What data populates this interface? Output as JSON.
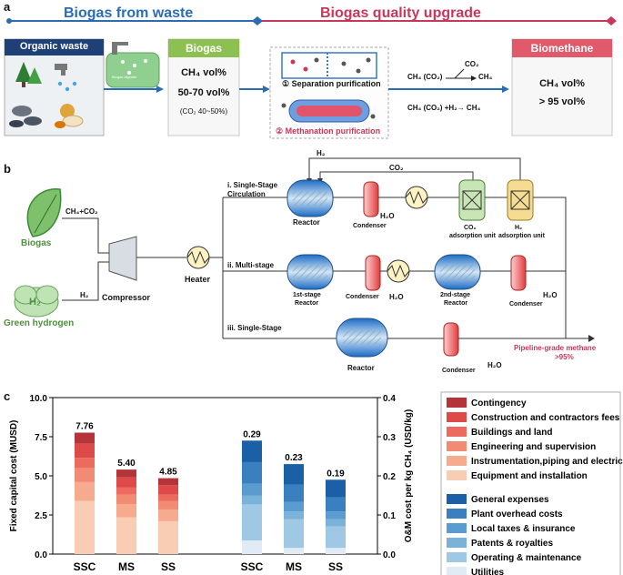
{
  "panel_a": {
    "letter": "a",
    "banner_left": "Biogas from waste",
    "banner_right": "Biogas quality upgrade",
    "organic_waste_label": "Organic waste",
    "biogas_digester_label": "Biogas digester",
    "biogas_box": {
      "title": "Biogas",
      "line1": "CH₄ vol%",
      "line2": "50-70 vol%",
      "line3": "(CO₂ 40~50%)"
    },
    "separation_label": "① Separation purification",
    "methanation_label": "② Methanation purification",
    "reaction1_left": "CH₄ (CO₂)",
    "reaction1_top": "CO₂",
    "reaction1_right": "CH₄",
    "reaction2": "CH₄ (CO₂) +H₂→ CH₄",
    "biomethane_box": {
      "title": "Biomethane",
      "line1": "CH₄ vol%",
      "line2": "> 95 vol%"
    }
  },
  "panel_b": {
    "letter": "b",
    "h2_top": "H₂",
    "co2_top": "CO₂",
    "inlet_biogas": "CH₄+CO₂",
    "inlet_h2": "H₂",
    "biogas_label": "Biogas",
    "h2_bubble": "H₂",
    "green_h2_label": "Green hydrogen",
    "compressor_label": "Compressor",
    "heater_label": "Heater",
    "route1_label_1": "i. Single-Stage",
    "route1_label_2": "Circulation",
    "route2_label": "ii. Multi-stage",
    "route3_label": "iii. Single-Stage",
    "reactor_label": "Reactor",
    "condenser_label": "Condenser",
    "h2o_label": "H₂O",
    "co2_unit_label_1": "CO₂",
    "co2_unit_label_2": "adsorption unit",
    "h2_unit_label_1": "H₂",
    "h2_unit_label_2": "adsorption unit",
    "stage1_label_1": "1st-stage",
    "stage1_label_2": "Reactor",
    "stage2_label_1": "2nd-stage",
    "stage2_label_2": "Reactor",
    "product_label_1": "Pipeline-grade methane",
    "product_label_2": ">95%"
  },
  "chart_data": {
    "type": "bar",
    "letter": "c",
    "categories": [
      "SSC",
      "MS",
      "SS"
    ],
    "ylabel_left": "Fixed capital cost (MUSD)",
    "ylabel_right": "O&M cost per kg CH₄ (USD/kg)",
    "ylim_left": [
      0,
      10
    ],
    "ylim_right": [
      0,
      0.4
    ],
    "yticks_left": [
      "0.0",
      "2.5",
      "5.0",
      "7.5",
      "10.0"
    ],
    "yticks_right": [
      "0.0",
      "0.1",
      "0.2",
      "0.3",
      "0.4"
    ],
    "capital": {
      "totals": [
        7.76,
        5.4,
        4.85
      ],
      "total_labels": [
        "7.76",
        "5.40",
        "4.85"
      ],
      "series": [
        {
          "name": "Equipment and installation",
          "color": "#f9cdb4",
          "values": [
            3.4,
            2.35,
            2.1
          ]
        },
        {
          "name": "Instrumentation,piping and electrical",
          "color": "#f6ab8f",
          "values": [
            1.2,
            0.85,
            0.75
          ]
        },
        {
          "name": "Engineering and supervision",
          "color": "#f28b74",
          "values": [
            0.9,
            0.6,
            0.55
          ]
        },
        {
          "name": "Buildings and land",
          "color": "#ec6a5e",
          "values": [
            0.65,
            0.45,
            0.4
          ]
        },
        {
          "name": "Construction and contractors fees",
          "color": "#de4a48",
          "values": [
            0.9,
            0.65,
            0.6
          ]
        },
        {
          "name": "Contingency",
          "color": "#b5343a",
          "values": [
            0.71,
            0.5,
            0.45
          ]
        }
      ]
    },
    "om": {
      "totals": [
        0.29,
        0.23,
        0.19
      ],
      "total_labels": [
        "0.29",
        "0.23",
        "0.19"
      ],
      "series": [
        {
          "name": "Utilities",
          "color": "#e0ebf6",
          "values": [
            0.035,
            0.016,
            0.016
          ]
        },
        {
          "name": "Operating & maintenance",
          "color": "#9ec8e4",
          "values": [
            0.092,
            0.073,
            0.055
          ]
        },
        {
          "name": "Patents & royalties",
          "color": "#7ab2da",
          "values": [
            0.023,
            0.02,
            0.018
          ]
        },
        {
          "name": "Local taxes & insurance",
          "color": "#5a9ccf",
          "values": [
            0.03,
            0.024,
            0.02
          ]
        },
        {
          "name": "Plant overhead costs",
          "color": "#3a80c0",
          "values": [
            0.055,
            0.045,
            0.036
          ]
        },
        {
          "name": "General expenses",
          "color": "#1b5fa6",
          "values": [
            0.055,
            0.052,
            0.045
          ]
        }
      ]
    },
    "legend_capital": [
      "Contingency",
      "Construction and contractors fees",
      "Buildings and land",
      "Engineering and supervision",
      "Instrumentation,piping and electrical",
      "Equipment and installation"
    ],
    "legend_om": [
      "General expenses",
      "Plant overhead costs",
      "Local taxes & insurance",
      "Patents & royalties",
      "Operating & maintenance",
      "Utilities"
    ]
  }
}
